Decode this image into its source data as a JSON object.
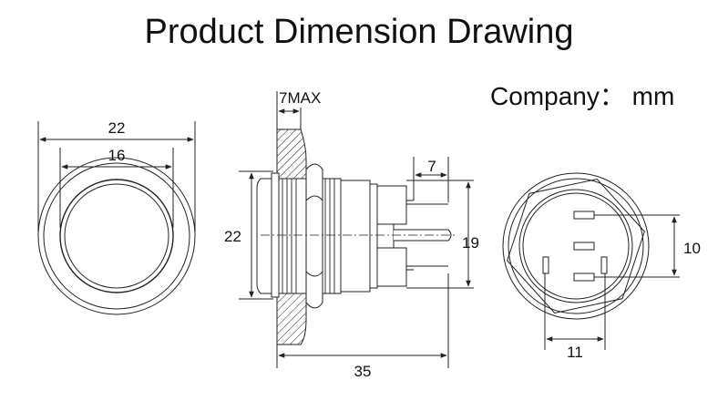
{
  "title": "Product Dimension Drawing",
  "unit_label": "Company： mm",
  "front_view": {
    "outer_dia": "22",
    "inner_dia": "16"
  },
  "side_view": {
    "panel_max": "7MAX",
    "height": "22",
    "terminal_len": "7",
    "body_height": "19",
    "total_len": "35"
  },
  "back_view": {
    "terminal_span_v": "10",
    "terminal_span_h": "11"
  },
  "colors": {
    "line": "#222222",
    "text": "#111111",
    "background": "#ffffff"
  }
}
